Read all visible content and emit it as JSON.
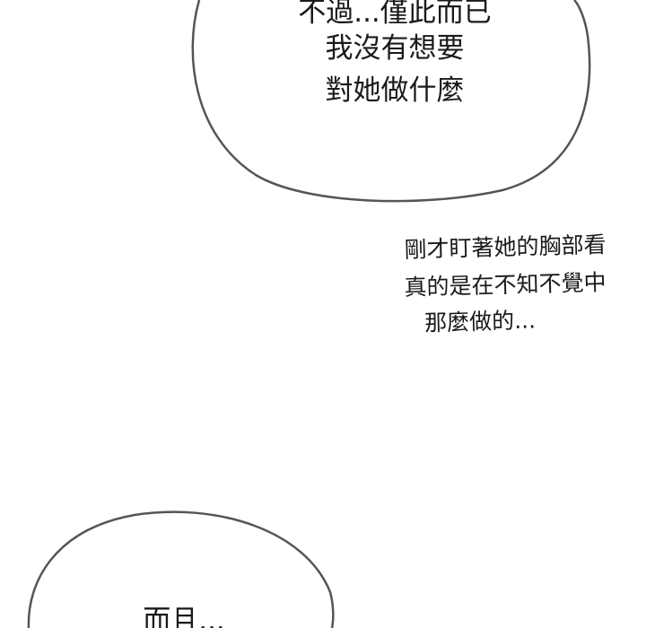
{
  "bubble_top": {
    "lines": [
      "不過...僅此而已",
      "我沒有想要",
      "對她做什麼"
    ]
  },
  "narration": {
    "lines": [
      "剛才盯著她的胸部看",
      "真的是在不知不覺中",
      "那麼做的..."
    ]
  },
  "bubble_bottom": {
    "lines": [
      "而且..."
    ]
  }
}
